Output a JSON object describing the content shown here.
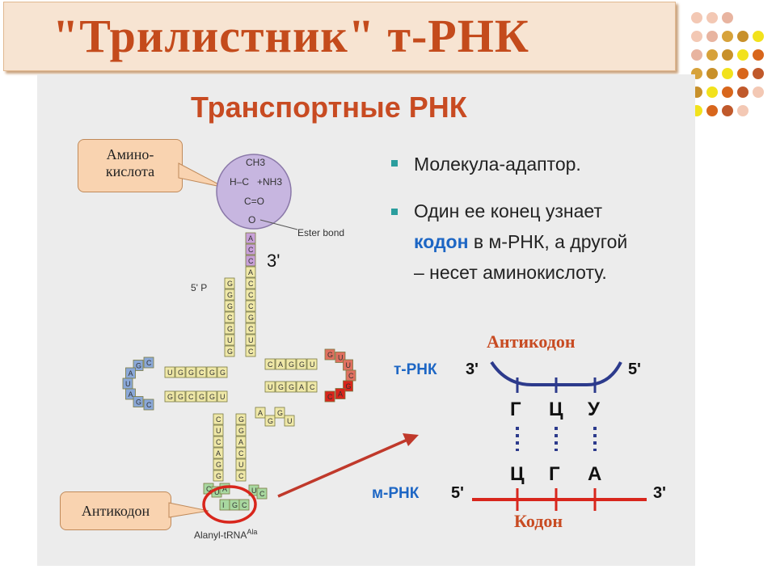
{
  "slide_title": "\"Трилистник\" т-РНК",
  "figure": {
    "heading": "Транспортные РНК",
    "callouts": {
      "amino_line1": "Амино-",
      "amino_line2": "кислота",
      "anticodon": "Антикодон"
    },
    "labels": {
      "ester_bond": "Ester bond",
      "three_prime": "3'",
      "five_prime_p": "5' P",
      "alanyl": "Alanyl-tRNA",
      "alanyl_sup": "Ala",
      "aa_ch3": "CH3",
      "aa_h_c": "H–C",
      "aa_nh3": "+NH3",
      "aa_c_o": "C=O",
      "aa_o": "O"
    },
    "acceptor_stem_top": [
      "A",
      "C",
      "C"
    ],
    "acceptor_left": [
      "G",
      "G",
      "G",
      "C",
      "G",
      "U",
      "G"
    ],
    "acceptor_right": [
      "A",
      "C",
      "C",
      "C",
      "G",
      "C",
      "U",
      "C"
    ],
    "d_arm": [
      "U",
      "G",
      "G",
      "C",
      "G",
      "G"
    ],
    "t_arm": [
      "C",
      "A",
      "G",
      "G",
      "U"
    ],
    "anticodon_stem": [
      "C",
      "U",
      "C",
      "A",
      "G",
      "G"
    ],
    "anticodon_bases": [
      "I",
      "G",
      "C"
    ],
    "colors": {
      "loop_blue": "#8aa8d8",
      "loop_red": "#e07060",
      "stem_yellow": "#efe8a8",
      "stem_yellow_dark": "#c9c060",
      "acceptor_purple": "#c8a0d8",
      "amino_circle": "#c7b6e0",
      "anticodon_green": "#a8d8a0",
      "highlight_red": "#d8261c",
      "trna_line": "#2c3a8c",
      "mrna_line": "#d8261c"
    }
  },
  "bullets": [
    {
      "text": "Молекула-адаптор."
    },
    {
      "line1": "Один ее конец узнает",
      "line2_accent": "кодон",
      "line2_rest": " в м-РНК, а другой",
      "line3": "– несет аминокислоту."
    }
  ],
  "scheme": {
    "anticodon_label": "Антикодон",
    "codon_label": "Кодон",
    "trna_label": "т-РНК",
    "mrna_label": "м-РНК",
    "trna_3": "3'",
    "trna_5": "5'",
    "mrna_5": "5'",
    "mrna_3": "3'",
    "anticodon_bases": [
      "Г",
      "Ц",
      "У"
    ],
    "codon_bases": [
      "Ц",
      "Г",
      "А"
    ]
  }
}
